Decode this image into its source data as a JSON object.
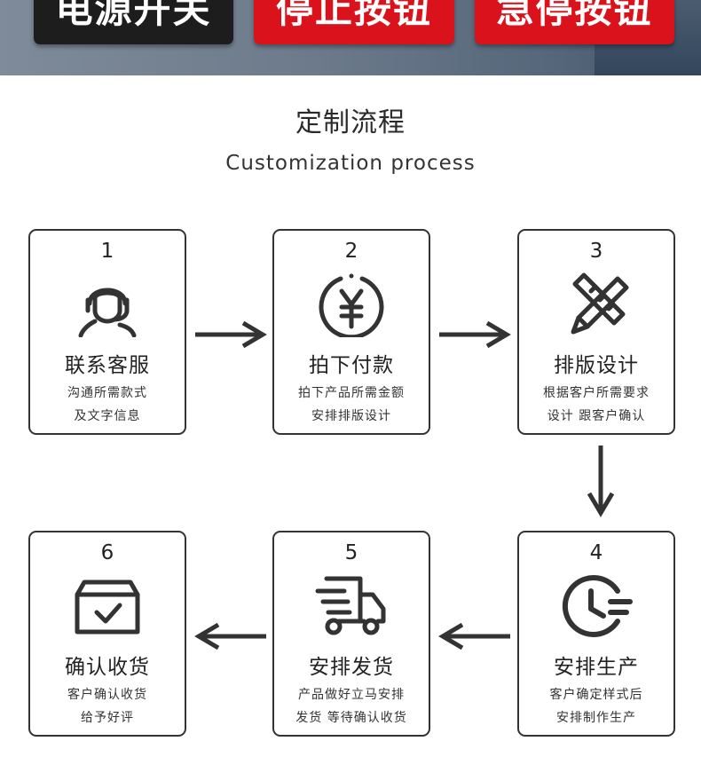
{
  "banner": {
    "buttons": [
      "电源开关",
      "停止按钮",
      "急停按钮"
    ]
  },
  "header": {
    "title_cn": "定制流程",
    "title_en": "Customization process"
  },
  "steps": [
    {
      "num": "1",
      "icon": "customer-service-headset-icon",
      "title": "联系客服",
      "line1": "沟通所需款式",
      "line2": "及文字信息"
    },
    {
      "num": "2",
      "icon": "yuan-coin-icon",
      "title": "拍下付款",
      "line1": "拍下产品所需金额",
      "line2": "安排排版设计"
    },
    {
      "num": "3",
      "icon": "ruler-pencil-icon",
      "title": "排版设计",
      "line1": "根据客户所需要求",
      "line2": "设计 跟客户确认"
    },
    {
      "num": "4",
      "icon": "clock-icon",
      "title": "安排生产",
      "line1": "客户确定样式后",
      "line2": "安排制作生产"
    },
    {
      "num": "5",
      "icon": "delivery-truck-icon",
      "title": "安排发货",
      "line1": "产品做好立马安排",
      "line2": "发货 等待确认收货"
    },
    {
      "num": "6",
      "icon": "checked-box-icon",
      "title": "确认收货",
      "line1": "客户确认收货",
      "line2": "给予好评"
    }
  ],
  "colors": {
    "red": "#d9121b",
    "dark": "#333333"
  }
}
